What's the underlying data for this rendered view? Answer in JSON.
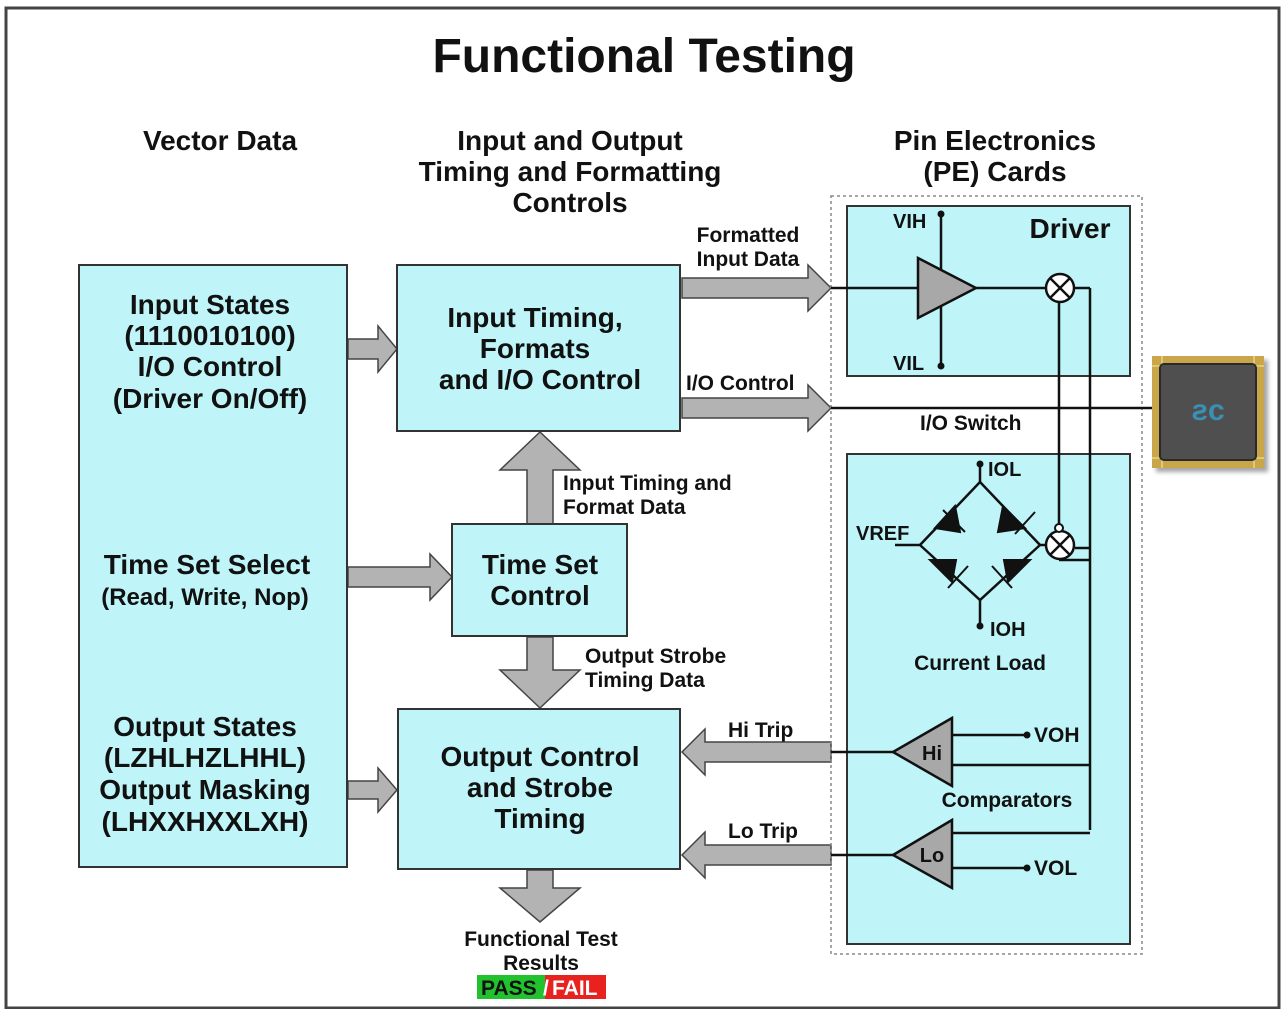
{
  "title": "Functional Testing",
  "columns": {
    "vector_data": "Vector Data",
    "timing": [
      "Input and Output",
      "Timing and Formatting",
      "Controls"
    ],
    "pe": [
      "Pin Electronics",
      "(PE) Cards"
    ]
  },
  "vector_box": {
    "input_states": [
      "Input States",
      "(1110010100)",
      "I/O Control",
      "(Driver On/Off)"
    ],
    "time_set": [
      "Time Set Select",
      "(Read, Write, Nop)"
    ],
    "output_states": [
      "Output States",
      "(LZHLHZLHHL)",
      "Output Masking",
      "(LHXXHXXLXH)"
    ]
  },
  "boxes": {
    "input_timing": [
      "Input Timing,",
      "Formats",
      "and I/O Control"
    ],
    "time_set_control": [
      "Time Set",
      "Control"
    ],
    "output_control": [
      "Output Control",
      "and Strobe",
      "Timing"
    ]
  },
  "arrow_labels": {
    "formatted_input": [
      "Formatted",
      "Input Data"
    ],
    "io_control": "I/O Control",
    "input_timing_format": [
      "Input Timing and",
      "Format Data"
    ],
    "output_strobe": [
      "Output Strobe",
      "Timing Data"
    ],
    "hi_trip": "Hi Trip",
    "lo_trip": "Lo Trip"
  },
  "pe": {
    "driver": "Driver",
    "vih": "VIH",
    "vil": "VIL",
    "io_switch": "I/O Switch",
    "iol": "IOL",
    "ioh": "IOH",
    "vref": "VREF",
    "current_load": "Current Load",
    "hi": "Hi",
    "lo": "Lo",
    "voh": "VOH",
    "vol": "VOL",
    "comparators": "Comparators"
  },
  "results": {
    "label": [
      "Functional Test",
      "Results"
    ],
    "pass": "PASS",
    "slash": "/",
    "fail": "FAIL"
  },
  "colors": {
    "box_fill": "#bff5f8",
    "arrow_fill": "#b3b3b3",
    "pass": "#22c22e",
    "fail": "#e8231f",
    "chip": "#505050",
    "chip_logo": "#3a8fb5"
  }
}
